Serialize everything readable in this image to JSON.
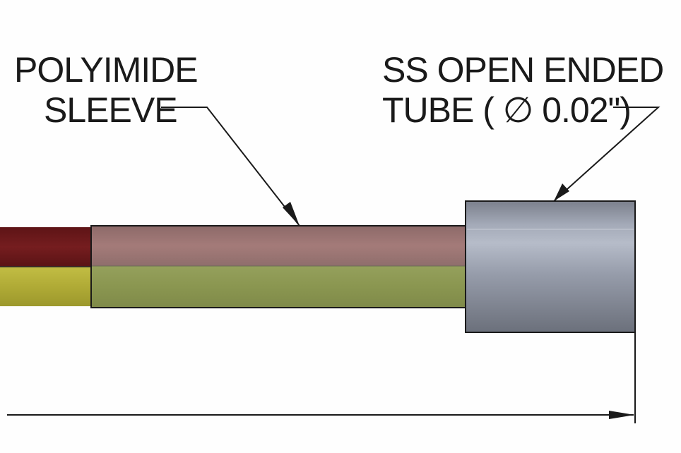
{
  "labels": {
    "sleeve": {
      "line1": "POLYIMIDE",
      "line2": "SLEEVE"
    },
    "tube": {
      "line1": "SS OPEN ENDED",
      "line2": "TUBE ( ∅ 0.02\")"
    }
  },
  "colors": {
    "wire_red": "#6d1a1c",
    "wire_yellow": "#b7b33a",
    "sleeve_upper": "#a07876",
    "sleeve_lower": "#8e9a55",
    "tube_light": "#a9b0bf",
    "tube_dark": "#6f7481",
    "line": "#1a1a1a"
  }
}
